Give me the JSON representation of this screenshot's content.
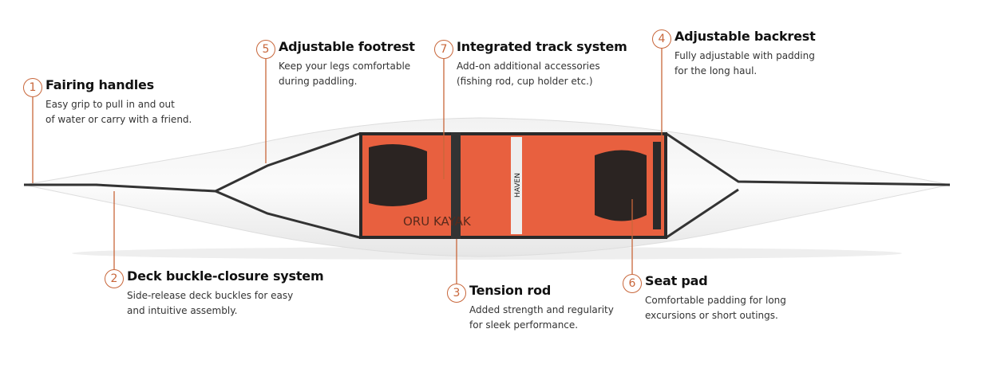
{
  "accent_color": "#c8663a",
  "kayak": {
    "brand_text": "ORU KAYAK",
    "model_text": "HAVEN"
  },
  "callouts": [
    {
      "number": "1",
      "title": "Fairing handles",
      "lines": [
        "Easy grip to pull in and out",
        "of water or carry with a friend."
      ]
    },
    {
      "number": "2",
      "title": "Deck buckle-closure system",
      "lines": [
        "Side-release deck buckles for easy",
        "and intuitive assembly."
      ]
    },
    {
      "number": "3",
      "title": "Tension rod",
      "lines": [
        "Added strength and regularity",
        "for sleek performance."
      ]
    },
    {
      "number": "4",
      "title": "Adjustable backrest",
      "lines": [
        "Fully adjustable with padding",
        "for the long haul."
      ]
    },
    {
      "number": "5",
      "title": "Adjustable footrest",
      "lines": [
        "Keep your legs comfortable",
        "during paddling."
      ]
    },
    {
      "number": "6",
      "title": "Seat pad",
      "lines": [
        "Comfortable padding for long",
        "excursions or short outings."
      ]
    },
    {
      "number": "7",
      "title": "Integrated track system",
      "lines": [
        "Add-on additional accessories",
        "(fishing rod, cup holder etc.)"
      ]
    }
  ]
}
